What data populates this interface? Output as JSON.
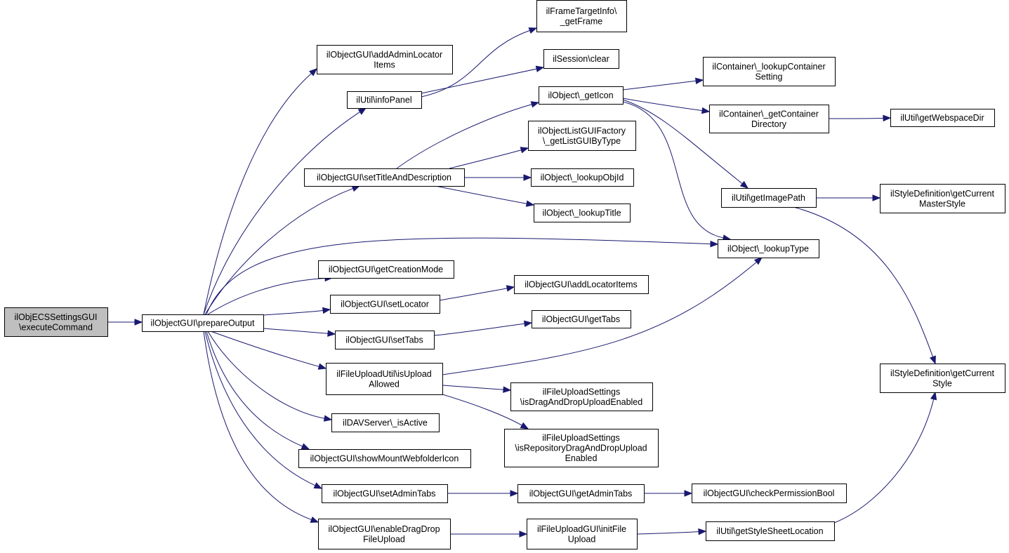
{
  "colors": {
    "edge": "#191970",
    "root_fill": "#bfbfbf",
    "node_fill": "#ffffff",
    "border": "#000000"
  },
  "nodes": {
    "executeCommand": {
      "lines": [
        "ilObjECSSettingsGUI",
        "\\executeCommand"
      ]
    },
    "prepareOutput": {
      "lines": [
        "ilObjectGUI\\prepareOutput"
      ]
    },
    "addAdminLocatorItems": {
      "lines": [
        "ilObjectGUI\\addAdminLocator",
        "Items"
      ]
    },
    "infoPanel": {
      "lines": [
        "ilUtil\\infoPanel"
      ]
    },
    "getFrame": {
      "lines": [
        "ilFrameTargetInfo\\",
        "_getFrame"
      ]
    },
    "sessionClear": {
      "lines": [
        "ilSession\\clear"
      ]
    },
    "setTitleAndDescription": {
      "lines": [
        "ilObjectGUI\\setTitleAndDescription"
      ]
    },
    "getIcon": {
      "lines": [
        "ilObject\\_getIcon"
      ]
    },
    "lookupContainerSetting": {
      "lines": [
        "ilContainer\\_lookupContainer",
        "Setting"
      ]
    },
    "getContainerDirectory": {
      "lines": [
        "ilContainer\\_getContainer",
        "Directory"
      ]
    },
    "getWebspaceDir": {
      "lines": [
        "ilUtil\\getWebspaceDir"
      ]
    },
    "getListGUIByType": {
      "lines": [
        "ilObjectListGUIFactory",
        "\\_getListGUIByType"
      ]
    },
    "lookupObjId": {
      "lines": [
        "ilObject\\_lookupObjId"
      ]
    },
    "lookupTitle": {
      "lines": [
        "ilObject\\_lookupTitle"
      ]
    },
    "getImagePath": {
      "lines": [
        "ilUtil\\getImagePath"
      ]
    },
    "getCurrentMasterStyle": {
      "lines": [
        "ilStyleDefinition\\getCurrent",
        "MasterStyle"
      ]
    },
    "lookupType": {
      "lines": [
        "ilObject\\_lookupType"
      ]
    },
    "getCreationMode": {
      "lines": [
        "ilObjectGUI\\getCreationMode"
      ]
    },
    "setLocator": {
      "lines": [
        "ilObjectGUI\\setLocator"
      ]
    },
    "addLocatorItems": {
      "lines": [
        "ilObjectGUI\\addLocatorItems"
      ]
    },
    "setTabs": {
      "lines": [
        "ilObjectGUI\\setTabs"
      ]
    },
    "getTabs": {
      "lines": [
        "ilObjectGUI\\getTabs"
      ]
    },
    "isUploadAllowed": {
      "lines": [
        "ilFileUploadUtil\\isUpload",
        "Allowed"
      ]
    },
    "isDragAndDropUploadEnabled": {
      "lines": [
        "ilFileUploadSettings",
        "\\isDragAndDropUploadEnabled"
      ]
    },
    "isRepositoryDragAndDropUploadEnabled": {
      "lines": [
        "ilFileUploadSettings",
        "\\isRepositoryDragAndDropUpload",
        "Enabled"
      ]
    },
    "davIsActive": {
      "lines": [
        "ilDAVServer\\_isActive"
      ]
    },
    "showMountWebfolderIcon": {
      "lines": [
        "ilObjectGUI\\showMountWebfolderIcon"
      ]
    },
    "setAdminTabs": {
      "lines": [
        "ilObjectGUI\\setAdminTabs"
      ]
    },
    "getAdminTabs": {
      "lines": [
        "ilObjectGUI\\getAdminTabs"
      ]
    },
    "checkPermissionBool": {
      "lines": [
        "ilObjectGUI\\checkPermissionBool"
      ]
    },
    "enableDragDropFileUpload": {
      "lines": [
        "ilObjectGUI\\enableDragDrop",
        "FileUpload"
      ]
    },
    "initFileUpload": {
      "lines": [
        "ilFileUploadGUI\\initFile",
        "Upload"
      ]
    },
    "getStyleSheetLocation": {
      "lines": [
        "ilUtil\\getStyleSheetLocation"
      ]
    },
    "getCurrentStyle": {
      "lines": [
        "ilStyleDefinition\\getCurrent",
        "Style"
      ]
    }
  },
  "edges": [
    [
      "executeCommand",
      "prepareOutput"
    ],
    [
      "prepareOutput",
      "addAdminLocatorItems"
    ],
    [
      "prepareOutput",
      "infoPanel"
    ],
    [
      "prepareOutput",
      "setTitleAndDescription"
    ],
    [
      "prepareOutput",
      "lookupType"
    ],
    [
      "prepareOutput",
      "getCreationMode"
    ],
    [
      "prepareOutput",
      "setLocator"
    ],
    [
      "prepareOutput",
      "setTabs"
    ],
    [
      "prepareOutput",
      "isUploadAllowed"
    ],
    [
      "prepareOutput",
      "davIsActive"
    ],
    [
      "prepareOutput",
      "showMountWebfolderIcon"
    ],
    [
      "prepareOutput",
      "setAdminTabs"
    ],
    [
      "prepareOutput",
      "enableDragDropFileUpload"
    ],
    [
      "infoPanel",
      "getFrame"
    ],
    [
      "infoPanel",
      "sessionClear"
    ],
    [
      "setTitleAndDescription",
      "getIcon"
    ],
    [
      "setTitleAndDescription",
      "getListGUIByType"
    ],
    [
      "setTitleAndDescription",
      "lookupObjId"
    ],
    [
      "setTitleAndDescription",
      "lookupTitle"
    ],
    [
      "getIcon",
      "lookupContainerSetting"
    ],
    [
      "getIcon",
      "getContainerDirectory"
    ],
    [
      "getIcon",
      "getImagePath"
    ],
    [
      "getIcon",
      "lookupType"
    ],
    [
      "getContainerDirectory",
      "getWebspaceDir"
    ],
    [
      "getImagePath",
      "getCurrentMasterStyle"
    ],
    [
      "getImagePath",
      "getCurrentStyle"
    ],
    [
      "setLocator",
      "addLocatorItems"
    ],
    [
      "setTabs",
      "getTabs"
    ],
    [
      "isUploadAllowed",
      "lookupType"
    ],
    [
      "isUploadAllowed",
      "isDragAndDropUploadEnabled"
    ],
    [
      "isUploadAllowed",
      "isRepositoryDragAndDropUploadEnabled"
    ],
    [
      "setAdminTabs",
      "getAdminTabs"
    ],
    [
      "getAdminTabs",
      "checkPermissionBool"
    ],
    [
      "enableDragDropFileUpload",
      "initFileUpload"
    ],
    [
      "initFileUpload",
      "getStyleSheetLocation"
    ],
    [
      "getStyleSheetLocation",
      "getCurrentStyle"
    ]
  ]
}
